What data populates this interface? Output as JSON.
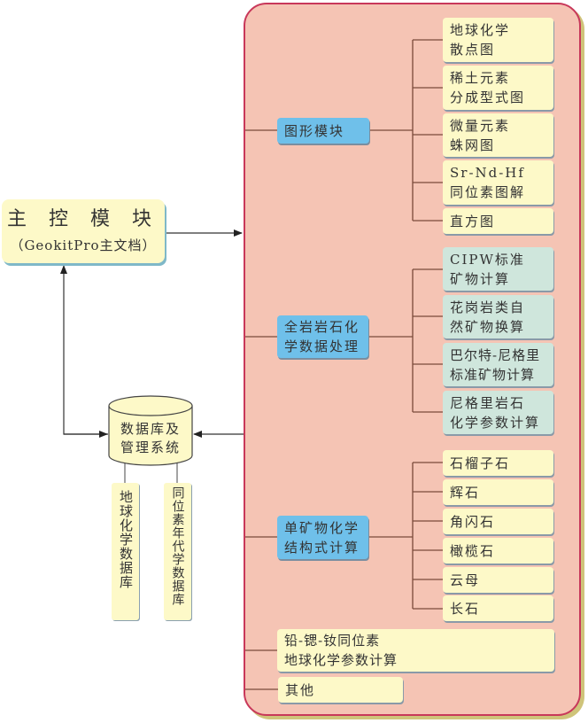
{
  "master": {
    "title": "主 控 模 块",
    "subtitle": "（GeokitPro主文档）"
  },
  "database": {
    "label": "数据库及\n管理系统",
    "subdatabases": [
      {
        "label": "地球化学数据库"
      },
      {
        "label": "同位素年代学数据库"
      }
    ]
  },
  "modules": [
    {
      "label": "图形模块",
      "children": [
        {
          "label": "地球化学\n散点图"
        },
        {
          "label": "稀土元素\n分成型式图"
        },
        {
          "label": "微量元素\n蛛网图"
        },
        {
          "label": "Sr-Nd-Hf\n同位素图解"
        },
        {
          "label": "直方图"
        }
      ]
    },
    {
      "label": "全岩岩石化\n学数据处理",
      "children": [
        {
          "label": "CIPW标准\n矿物计算"
        },
        {
          "label": "花岗岩类自\n然矿物换算"
        },
        {
          "label": "巴尔特-尼格里\n标准矿物计算"
        },
        {
          "label": "尼格里岩石\n化学参数计算"
        }
      ]
    },
    {
      "label": "单矿物化学\n结构式计算",
      "children": [
        {
          "label": "石榴子石"
        },
        {
          "label": "辉石"
        },
        {
          "label": "角闪石"
        },
        {
          "label": "橄榄石"
        },
        {
          "label": "云母"
        },
        {
          "label": "长石"
        }
      ]
    }
  ],
  "extra_modules": [
    {
      "label": "铅-锶-钕同位素\n地球化学参数计算"
    },
    {
      "label": "其他"
    }
  ],
  "colors": {
    "container_fill": "#f5c4b4",
    "container_border": "#c8385a",
    "module_blue": "#6fc0ea",
    "leaf_yellow": "#fdf9c8",
    "leaf_teal": "#cfe6dc",
    "connector": "#7a4a3a"
  }
}
